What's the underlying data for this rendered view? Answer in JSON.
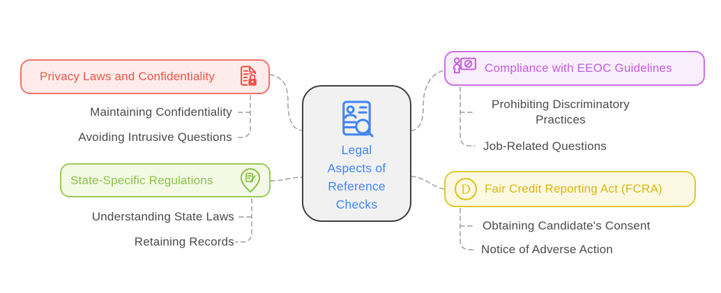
{
  "title": "Legal Aspects of Reference Checks",
  "colors": {
    "connector_gray": "#a7a7a7",
    "center_text_blue": "#4285f4",
    "center_border": "#3d3d3d",
    "center_bg": "#f1f1f2",
    "subitem_text": "#4a4a4a",
    "privacy_red": "#ee5349",
    "state_green": "#8bc34a",
    "eeoc_purple": "#c45ddd",
    "fcra_yellow": "#d9b70f"
  },
  "center": {
    "label": "Legal Aspects of Reference Checks",
    "lines": [
      "Legal",
      "Aspects of",
      "Reference",
      "Checks"
    ],
    "icon": "resume-search-icon"
  },
  "branches": [
    {
      "label": "Privacy Laws and Confidentiality",
      "icon": "document-lock-icon",
      "color": "#ee5349",
      "children": [
        "Maintaining Confidentiality",
        "Avoiding Intrusive Questions"
      ]
    },
    {
      "label": "State-Specific Regulations",
      "icon": "map-pin-edit-icon",
      "color": "#8bc34a",
      "children": [
        "Understanding State Laws",
        "Retaining Records"
      ]
    },
    {
      "label": "Compliance with EEOC Guidelines",
      "icon": "presenter-prohibition-icon",
      "color": "#c45ddd",
      "children": [
        "Prohibiting Discriminatory Practices",
        "Job-Related Questions"
      ]
    },
    {
      "label": "Fair Credit Reporting Act (FCRA)",
      "icon": "letter-d-badge-icon",
      "badge_letter": "D",
      "color": "#d9b70f",
      "children": [
        "Obtaining Candidate's Consent",
        "Notice of Adverse Action"
      ]
    }
  ]
}
